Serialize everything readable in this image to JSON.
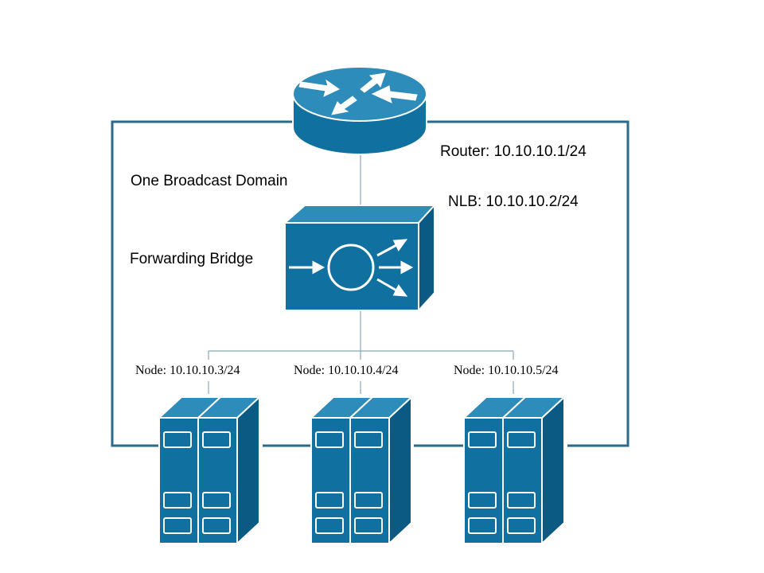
{
  "colors": {
    "device_face": "#1070a0",
    "device_top": "#2e8cba",
    "device_side": "#0a5a84",
    "device_outline": "#ffffff",
    "link_line": "#2a6a8a"
  },
  "labels": {
    "router": "Router: 10.10.10.1/24",
    "nlb": "NLB: 10.10.10.2/24",
    "broadcast_domain": "One Broadcast Domain",
    "forwarding_bridge": "Forwarding Bridge"
  },
  "nodes": [
    {
      "label": "Node: 10.10.10.3/24",
      "icon": "server-icon"
    },
    {
      "label": "Node: 10.10.10.4/24",
      "icon": "server-icon"
    },
    {
      "label": "Node: 10.10.10.5/24",
      "icon": "server-icon"
    }
  ],
  "icons": {
    "router": "router-icon",
    "bridge": "forwarding-bridge-icon"
  }
}
